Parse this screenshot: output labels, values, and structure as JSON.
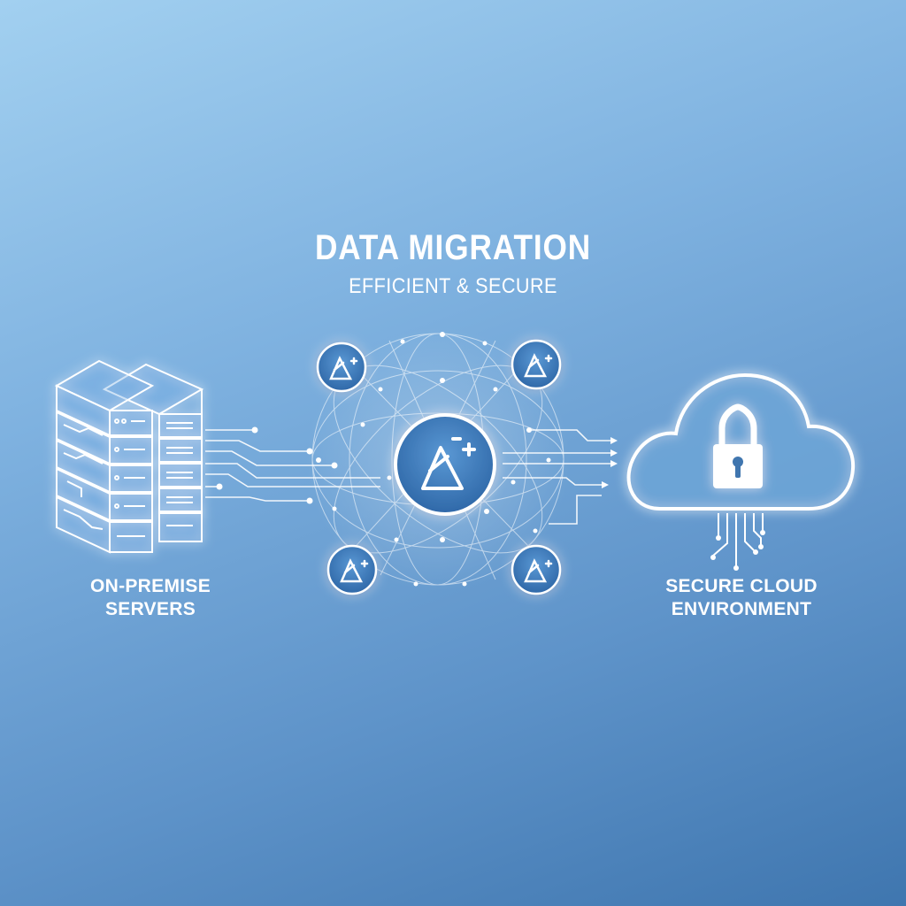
{
  "header": {
    "title": "DATA MIGRATION",
    "subtitle": "EFFICIENT & SECURE"
  },
  "source": {
    "label_line1": "ON-PREMISE",
    "label_line2": "SERVERS",
    "icon": "server-rack-icon"
  },
  "hub": {
    "icon": "migration-logo-icon",
    "satellites": [
      "migration-logo-icon",
      "migration-logo-icon",
      "migration-logo-icon",
      "migration-logo-icon"
    ]
  },
  "destination": {
    "label_line1": "SECURE CLOUD",
    "label_line2": "ENVIRONMENT",
    "icon": "cloud-lock-icon"
  },
  "colors": {
    "background_top": "#a2d0f0",
    "background_bottom": "#3f76af",
    "hub_fill": "#3f7ec0",
    "line": "#ffffff"
  }
}
